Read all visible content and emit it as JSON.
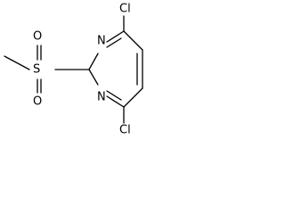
{
  "molecule": {
    "atoms": {
      "chlorine_top": "Cl",
      "chlorine_bottom": "Cl",
      "nitrogen_top": "N",
      "nitrogen_bottom": "N",
      "sulfur": "S",
      "oxygen_upper": "O",
      "oxygen_lower": "O"
    }
  }
}
